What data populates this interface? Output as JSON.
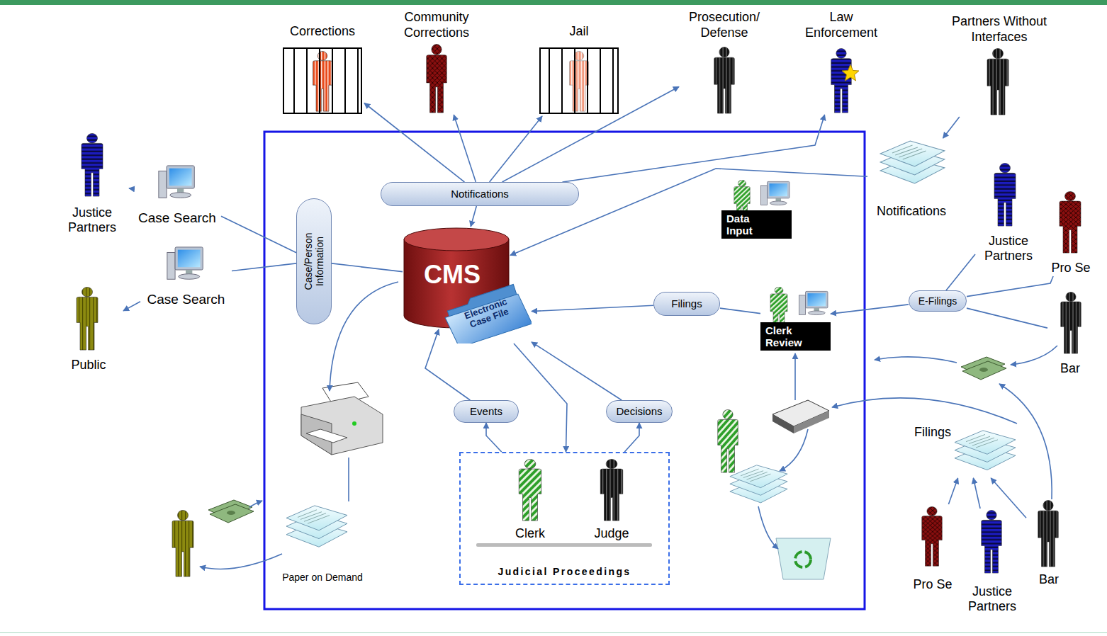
{
  "diagram": {
    "nodes": [
      {
        "text": [
          "Corrections"
        ]
      },
      {
        "text": [
          "Community Corrections"
        ]
      },
      {
        "text": [
          "Jail"
        ]
      },
      {
        "text": [
          "Prosecution/ Defense"
        ]
      },
      {
        "text": [
          "Law Enforcement"
        ]
      },
      {
        "text": [
          "Partners Without Interfaces"
        ]
      },
      {
        "text": [
          "Justice Partners"
        ]
      },
      {
        "text": [
          "Case Search"
        ]
      },
      {
        "text": [
          "Public"
        ]
      },
      {
        "text": [
          "Case Search"
        ]
      },
      {
        "text": [
          "Notifications"
        ]
      },
      {
        "text": [
          "Case/Person Information"
        ]
      },
      {
        "text": [
          "CMS"
        ]
      },
      {
        "text": [
          "Electronic Case File"
        ]
      },
      {
        "text": [
          "Data Input"
        ]
      },
      {
        "text": [
          "Notifications"
        ]
      },
      {
        "text": [
          "Justice Partners"
        ]
      },
      {
        "text": [
          "Pro Se"
        ]
      },
      {
        "text": [
          "Bar"
        ]
      },
      {
        "text": [
          "E-Filings"
        ]
      },
      {
        "text": [
          "Filings"
        ]
      },
      {
        "text": [
          "Clerk Review"
        ]
      },
      {
        "text": [
          "Events"
        ]
      },
      {
        "text": [
          "Decisions"
        ]
      },
      {
        "text": [
          "Judicial Proceedings"
        ]
      },
      {
        "text": [
          "Clerk"
        ],
        "in": 24
      },
      {
        "text": [
          "Judge"
        ],
        "in": 24
      },
      {
        "text": [
          "Filings"
        ]
      },
      {
        "text": [
          "Pro Se"
        ]
      },
      {
        "text": [
          "Justice Partners"
        ]
      },
      {
        "text": [
          "Bar"
        ]
      },
      {
        "text": [
          "Paper on Demand"
        ]
      }
    ],
    "edges": [
      {
        "from": 10,
        "to": 0,
        "arrow": "to"
      },
      {
        "from": 10,
        "to": 1,
        "arrow": "to"
      },
      {
        "from": 10,
        "to": 2,
        "arrow": "to"
      },
      {
        "from": 10,
        "to": 3,
        "arrow": "to"
      },
      {
        "from": 10,
        "to": 4,
        "arrow": "to"
      },
      {
        "from": 10,
        "to": 12,
        "arrow": "to"
      },
      {
        "from": 5,
        "to": 15,
        "arrow": "to"
      },
      {
        "from": 15,
        "to": 12,
        "arrow": "to"
      },
      {
        "from": 12,
        "to": 11,
        "arrow": "none"
      },
      {
        "from": 11,
        "to": 7,
        "arrow": "none"
      },
      {
        "from": 7,
        "to": 6,
        "arrow": "to"
      },
      {
        "from": 11,
        "to": 9,
        "arrow": "none"
      },
      {
        "from": 9,
        "to": 8,
        "arrow": "to"
      },
      {
        "from": 16,
        "to": 19,
        "arrow": "none"
      },
      {
        "from": 17,
        "to": 19,
        "arrow": "none"
      },
      {
        "from": 18,
        "to": 19,
        "arrow": "none"
      },
      {
        "from": 19,
        "to": 21,
        "arrow": "to"
      },
      {
        "from": 21,
        "to": 20,
        "arrow": "none"
      },
      {
        "from": 20,
        "to": 13,
        "arrow": "to"
      },
      {
        "from": 24,
        "to": 22,
        "arrow": "to"
      },
      {
        "from": 24,
        "to": 23,
        "arrow": "to"
      },
      {
        "from": 22,
        "to": 12,
        "arrow": "to"
      },
      {
        "from": 23,
        "to": 13,
        "arrow": "to"
      },
      {
        "from": 13,
        "to": 24,
        "arrow": "to"
      },
      {
        "from": 28,
        "to": 27,
        "arrow": "to"
      },
      {
        "from": 29,
        "to": 27,
        "arrow": "to"
      },
      {
        "from": 30,
        "to": 27,
        "arrow": "to"
      }
    ]
  }
}
